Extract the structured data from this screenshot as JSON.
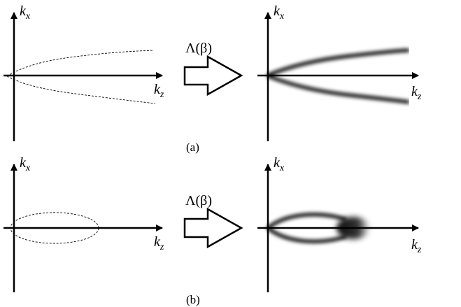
{
  "panels": {
    "a": {
      "caption": "(a)",
      "axis_x": "k",
      "axis_x_sub": "x",
      "axis_z": "k",
      "axis_z_sub": "z",
      "operator": "Λ(β)"
    },
    "b": {
      "caption": "(b)",
      "axis_x": "k",
      "axis_x_sub": "x",
      "axis_z": "k",
      "axis_z_sub": "z",
      "operator": "Λ(β)"
    }
  }
}
